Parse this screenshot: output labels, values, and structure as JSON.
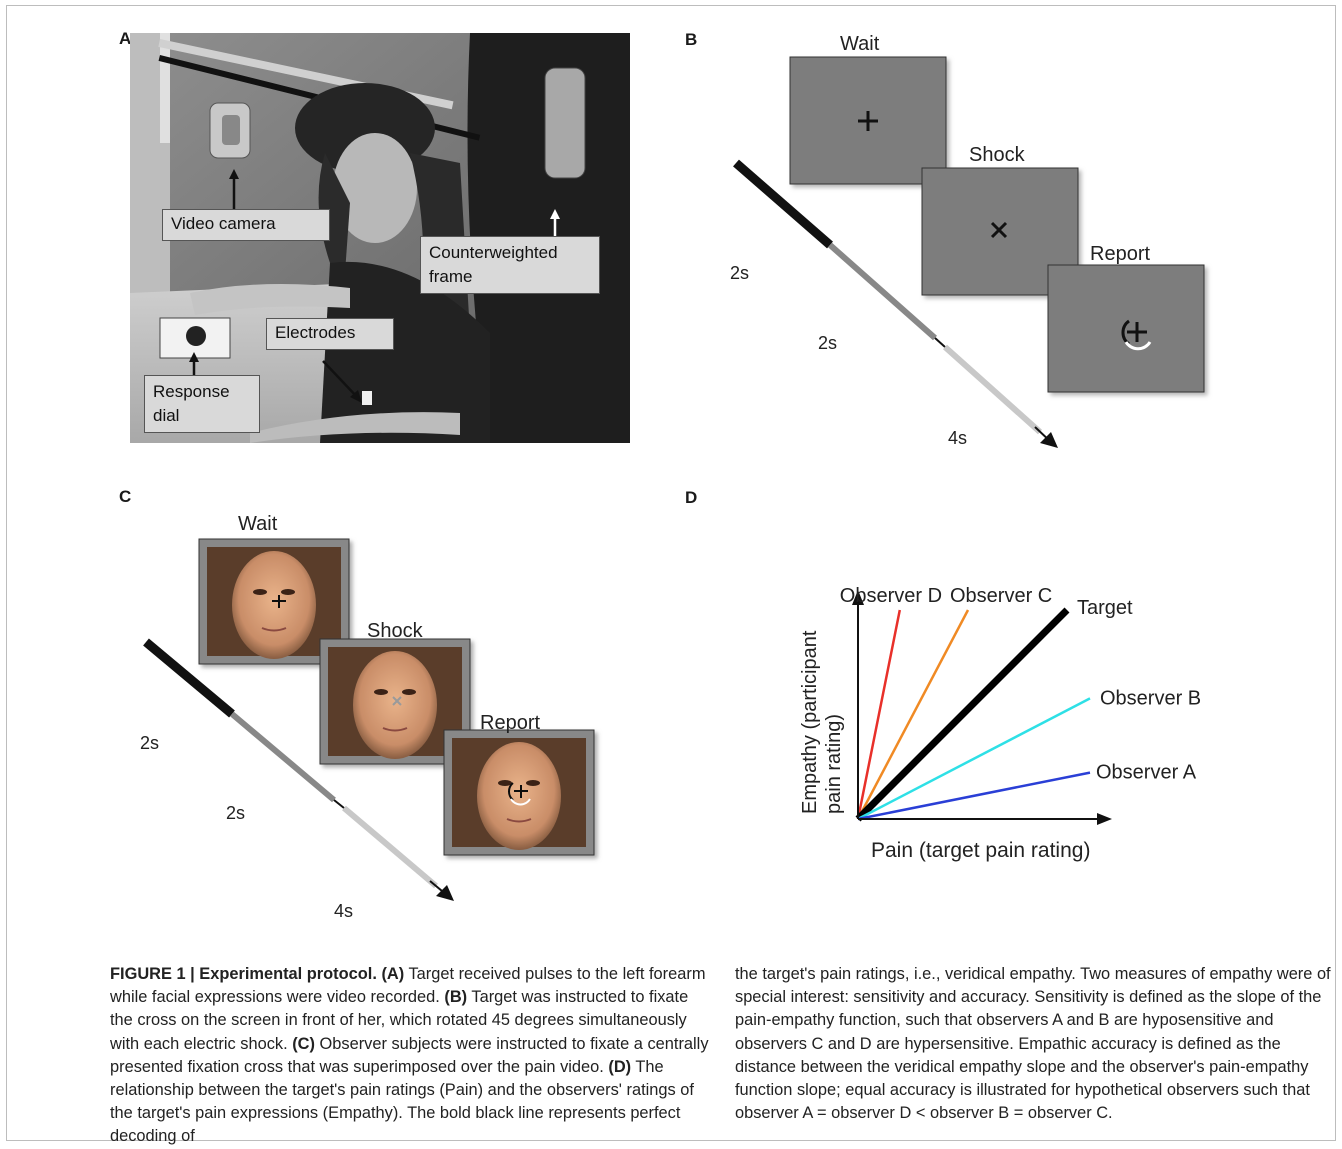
{
  "panel_labels": {
    "a": "A",
    "b": "B",
    "c": "C",
    "d": "D"
  },
  "photo": {
    "video_camera": "Video camera",
    "counterweighted_frame_1": "Counterweighted",
    "counterweighted_frame_2": "frame",
    "electrodes": "Electrodes",
    "response_dial_1": "Response",
    "response_dial_2": "dial"
  },
  "panel_b": {
    "screens": [
      "Wait",
      "Shock",
      "Report"
    ],
    "durations": [
      "2s",
      "2s",
      "4s"
    ]
  },
  "panel_c": {
    "screens": [
      "Wait",
      "Shock",
      "Report"
    ],
    "durations": [
      "2s",
      "2s",
      "4s"
    ]
  },
  "chart_data": {
    "type": "line",
    "xlabel": "Pain (target pain rating)",
    "ylabel_line1": "Empathy (participant",
    "ylabel_line2": "pain rating)",
    "series": [
      {
        "name": "Observer D",
        "slope": 5.0,
        "color": "#e8302a"
      },
      {
        "name": "Observer C",
        "slope": 1.9,
        "color": "#f08a24"
      },
      {
        "name": "Target",
        "slope": 1.0,
        "color": "#000000"
      },
      {
        "name": "Observer B",
        "slope": 0.52,
        "color": "#2ee0e6"
      },
      {
        "name": "Observer A",
        "slope": 0.2,
        "color": "#2a3fd6"
      }
    ]
  },
  "caption": {
    "fig_label": "FIGURE 1 | Experimental protocol.",
    "a_tag": "(A)",
    "a_text": " Target received pulses to the left forearm while facial expressions were video recorded. ",
    "b_tag": "(B)",
    "b_text": " Target was instructed to fixate the cross on the screen in front of her, which rotated 45 degrees simultaneously with each electric shock. ",
    "c_tag": "(C)",
    "c_text": " Observer subjects were instructed to fixate a centrally presented fixation cross that was superimposed over the pain video. ",
    "d_tag": "(D)",
    "d_text": " The relationship between the target's pain ratings (Pain) and the observers' ratings of the target's pain expressions (Empathy). The bold black line represents perfect decoding of",
    "right_text": "the target's pain ratings, i.e., veridical empathy. Two measures of empathy were of special interest: sensitivity and accuracy. Sensitivity is defined as the slope of the pain-empathy function, such that observers A and B are hyposensitive and observers C and D are hypersensitive. Empathic accuracy is defined as the distance between the veridical empathy slope and the observer's pain-empathy function slope; equal accuracy is illustrated for hypothetical observers such that observer A = observer D < observer B = observer C."
  }
}
